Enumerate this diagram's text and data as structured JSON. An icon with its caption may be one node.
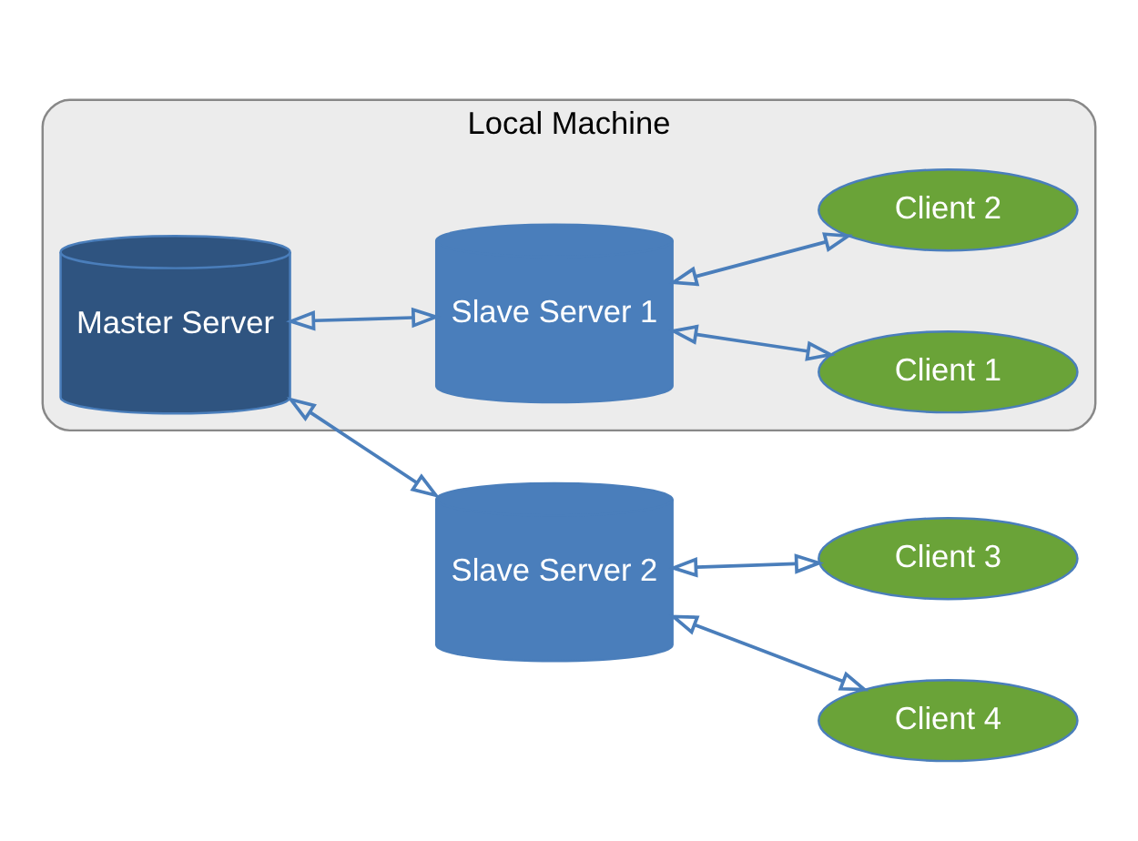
{
  "diagram": {
    "nodes": [
      {
        "text": [
          "Local Machine"
        ]
      },
      {
        "text": [
          "Master Server"
        ],
        "in": 0
      },
      {
        "text": [
          "Slave Server 1"
        ],
        "in": 0
      },
      {
        "text": [
          "Client 1"
        ],
        "in": 0
      },
      {
        "text": [
          "Client 2"
        ],
        "in": 0
      },
      {
        "text": [
          "Slave Server 2"
        ]
      },
      {
        "text": [
          "Client 3"
        ]
      },
      {
        "text": [
          "Client 4"
        ]
      }
    ],
    "edges": [
      {
        "from": 1,
        "to": 2,
        "arrow": "both"
      },
      {
        "from": 2,
        "to": 3,
        "arrow": "both"
      },
      {
        "from": 2,
        "to": 4,
        "arrow": "both"
      },
      {
        "from": 1,
        "to": 5,
        "arrow": "both"
      },
      {
        "from": 5,
        "to": 6,
        "arrow": "both"
      },
      {
        "from": 5,
        "to": 7,
        "arrow": "both"
      }
    ]
  }
}
